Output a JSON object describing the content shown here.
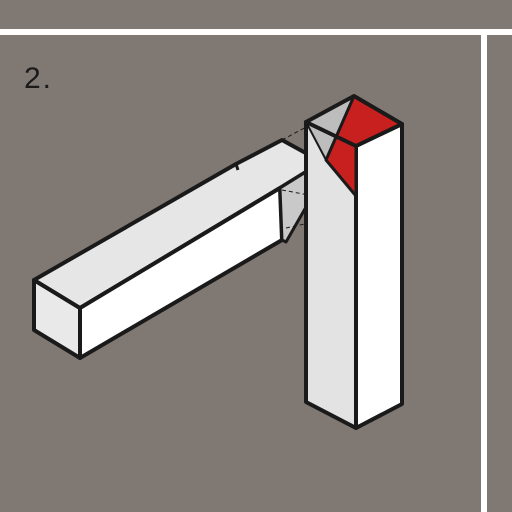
{
  "step": {
    "label": "2."
  },
  "colors": {
    "background": "#807873",
    "frame_line": "#ffffff",
    "outline": "#1a1a1a",
    "face_light": "#ffffff",
    "face_mid": "#e6e6e6",
    "face_shade": "#c7c7c7",
    "miter_cut": "#c8201e"
  },
  "diagram": {
    "parts": [
      "horizontal-beam",
      "vertical-post"
    ],
    "joint": "miter"
  }
}
